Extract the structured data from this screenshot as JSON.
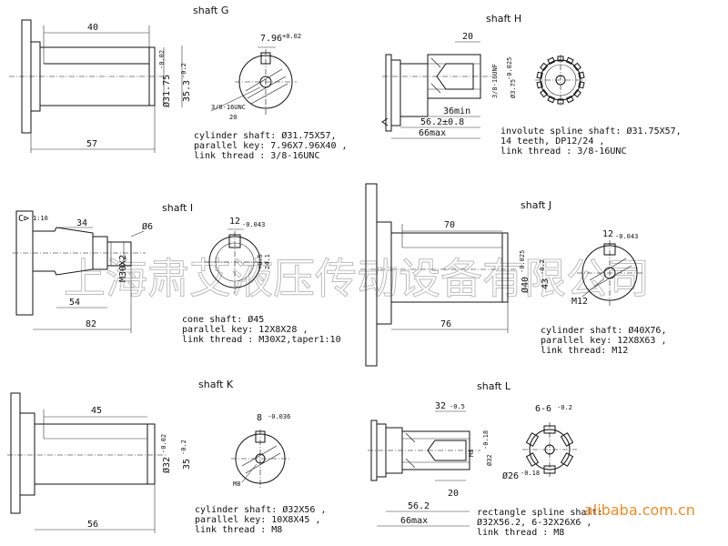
{
  "shafts": {
    "G": {
      "title": "shaft G",
      "len": "57",
      "sub": "40",
      "dia": "Ø31.75",
      "dia_tol": "-0.02",
      "dia2": "35.3",
      "dia2_tol": "-0.2",
      "key": "7.96",
      "key_tol": "+0.02",
      "thread_label": "3/8-16UNC",
      "thread_depth": "20",
      "desc1": "cylinder shaft: Ø31.75X57,",
      "desc2": "parallel key: 7.96X7.96X40   ,",
      "desc3": "link thread : 3/8-16UNC"
    },
    "H": {
      "title": "shaft H",
      "sub": "20",
      "thread": "3/8-16UNF",
      "dia": "Ø3.75",
      "dia_tol": "-0.025",
      "min": "36min",
      "mid": "56.2±0.8",
      "max": "66max",
      "desc1": "involute spline shaft: Ø31.75X57,",
      "desc2": "14 teeth, DP12/24  ,",
      "desc3": "link thread : 3/8-16UNC"
    },
    "I": {
      "title": "shaft I",
      "taper": "1:10",
      "dim34": "34",
      "phi6": "Ø6",
      "thread": "M30X2",
      "dim54": "54",
      "dim82": "82",
      "key": "12",
      "key_tol": "-0.043",
      "depth": "24.1",
      "depth_tol": "+0.5",
      "desc1": "cone shaft: Ø45",
      "desc2": "parallel key: 12X8X28   ,",
      "desc3": "link thread : M30X2,taper1:10"
    },
    "J": {
      "title": "shaft J",
      "dim70": "70",
      "dim76": "76",
      "dia": "Ø40",
      "dia_tol": "-0.025",
      "dia2": "43",
      "dia2_tol": "-0.2",
      "key": "12",
      "key_tol": "-0.043",
      "thread": "M12",
      "desc1": "cylinder shaft: Ø40X76,",
      "desc2": "parallel key: 12X8X63   ,",
      "desc3": "link thread: M12"
    },
    "K": {
      "title": "shaft K",
      "dim45": "45",
      "dim56": "56",
      "dia": "Ø32",
      "dia_tol": "-0.02",
      "dia2": "35",
      "dia2_tol": "-0.2",
      "key": "8",
      "key_tol": "-0.036",
      "thread": "M8",
      "desc1": "cylinder shaft: Ø32X56  ,",
      "desc2": "parallel key: 10X8X45  ,",
      "desc3": "link thread : M8"
    },
    "L": {
      "title": "shaft L",
      "dim32": "32",
      "dim32_tol": "-0.5",
      "thread": "M8",
      "dia": "Ø32",
      "dia_tol": "-0.18",
      "dim20": "20",
      "dia26": "Ø26",
      "dia26_tol": "-0.18",
      "spl": "6-6",
      "spl_tol": "-0.2",
      "mid": "56.2",
      "max": "66max",
      "desc1": "rectangle spline shaft:",
      "desc2": "Ø32X56.2,  6-32X26X6  ,",
      "desc3": "link thread : M8"
    }
  },
  "watermark": "上海肃艾液压传动设备有限公司",
  "brand": "alibaba.com.cn"
}
